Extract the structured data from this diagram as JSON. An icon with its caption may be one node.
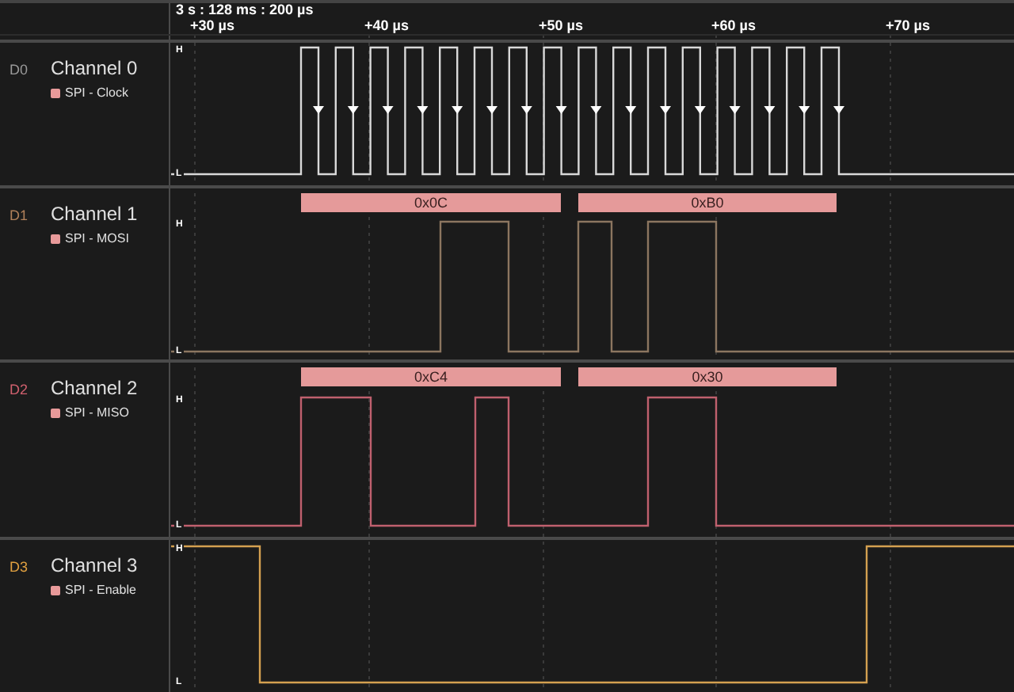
{
  "diagram": {
    "title": "3 s : 128 ms : 200 µs",
    "nodes": [
      {
        "text": [
          "0x0C"
        ]
      },
      {
        "text": [
          "0xB0"
        ]
      },
      {
        "text": [
          "0xC4"
        ]
      },
      {
        "text": [
          "0x30"
        ]
      }
    ],
    "labels": [
      "+30 µs",
      "+40 µs",
      "+50 µs",
      "+60 µs",
      "+70 µs",
      "D0",
      "Channel 0",
      "H",
      "L",
      "D1",
      "Channel 1",
      "H",
      "L",
      "D2",
      "Channel 2",
      "H",
      "L",
      "D3",
      "Channel 3",
      "H",
      "L"
    ],
    "legend": [
      {
        "text": "SPI - Clock",
        "color": "#e89a9a"
      },
      {
        "text": "SPI - MOSI",
        "color": "#e89a9a"
      },
      {
        "text": "SPI - MISO",
        "color": "#e89a9a"
      },
      {
        "text": "SPI - Enable",
        "color": "#e89a9a"
      }
    ]
  }
}
